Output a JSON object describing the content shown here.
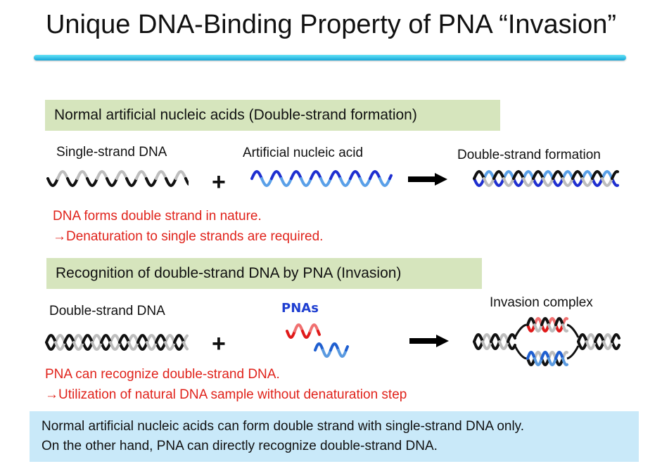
{
  "title": "Unique DNA-Binding Property of PNA “Invasion”",
  "section1": {
    "heading": "Normal artificial nucleic acids (Double-strand formation)",
    "single_strand_label": "Single-strand DNA",
    "artificial_label": "Artificial nucleic acid",
    "double_strand_label": "Double-strand formation",
    "plus": "+",
    "note_line1": "DNA forms double strand in nature.",
    "note_line2": "→Denaturation to single strands are required."
  },
  "section2": {
    "heading": "Recognition of double-strand DNA by PNA (Invasion)",
    "double_strand_label": "Double-strand DNA",
    "pna_label": "PNAs",
    "complex_label": "Invasion complex",
    "plus": "+",
    "note_line1": "PNA can recognize double-strand DNA.",
    "note_line2": "→Utilization of natural DNA sample without denaturation step"
  },
  "summary": {
    "line1": "Normal artificial nucleic acids can form double strand with single-strand DNA only.",
    "line2": "On the other hand, PNA can directly recognize double-strand DNA."
  },
  "colors": {
    "dna_dark": "#111111",
    "dna_light": "#bdbdbd",
    "artificial_dark": "#1f2fd0",
    "artificial_light": "#5aa0e8",
    "pna_red": "#e01a1a",
    "pna_blue": "#1f5fd0",
    "banner_green": "#d6e5bd",
    "summary_blue": "#c9e9f9",
    "note_red": "#e0231b",
    "title_rule": "#14a6d9"
  }
}
